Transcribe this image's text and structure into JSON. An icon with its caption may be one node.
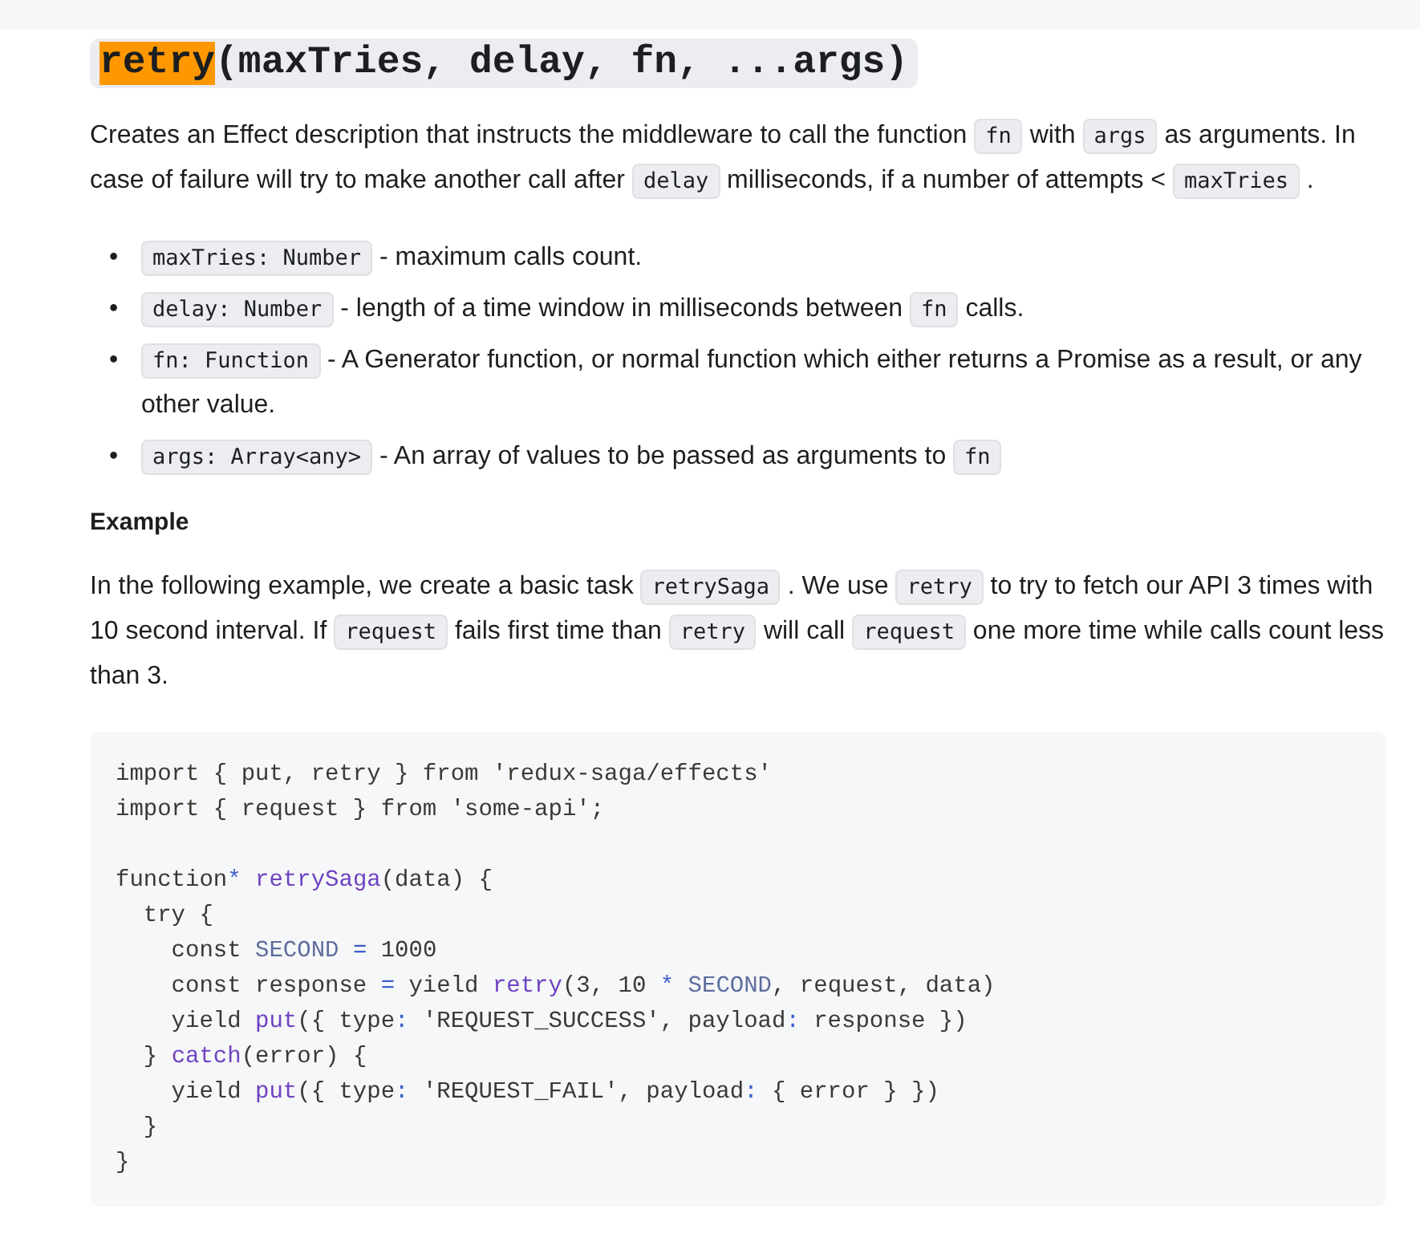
{
  "diagram": {
    "title": "retry(maxTries, delay, fn, ...args)",
    "nodes": [
      {
        "text": [],
        "shape": "bar"
      }
    ],
    "labels": [
      "Creates an Effect description that instructs the middleware to call the function",
      "fn",
      "with",
      "args",
      "as arguments. In case of failure will try to make another call after",
      "delay",
      "milliseconds, if a number of attempts <",
      "maxTries",
      ".",
      "•",
      "maxTries: Number",
      "- maximum calls count.",
      "•",
      "delay: Number",
      "- length of a time window in milliseconds between",
      "fn",
      "calls.",
      "•",
      "fn: Function",
      "- A Generator function, or normal function which either returns a Promise as a result, or any other value.",
      "•",
      "args: Array<any>",
      "- An array of values to be passed as arguments to",
      "fn",
      "Example",
      "In the following example, we create a basic task",
      "retrySaga",
      ". We use",
      "retry",
      "to try to fetch our API 3 times with 10 second interval. If",
      "request",
      "fails first time than",
      "retry",
      "will call",
      "request",
      "one more time while calls count less than 3.",
      "import { put, retry } from 'redux-saga/effects'",
      "import { request } from 'some-api';",
      "function* retrySaga(data) {",
      "  try {",
      "    const SECOND = 1000",
      "    const response = yield retry(3, 10 * SECOND, request, data)",
      "    yield put({ type: 'REQUEST_SUCCESS', payload: response })",
      "  } catch(error) {",
      "    yield put({ type: 'REQUEST_FAIL', payload: { error } })",
      "  }",
      "}"
    ]
  }
}
